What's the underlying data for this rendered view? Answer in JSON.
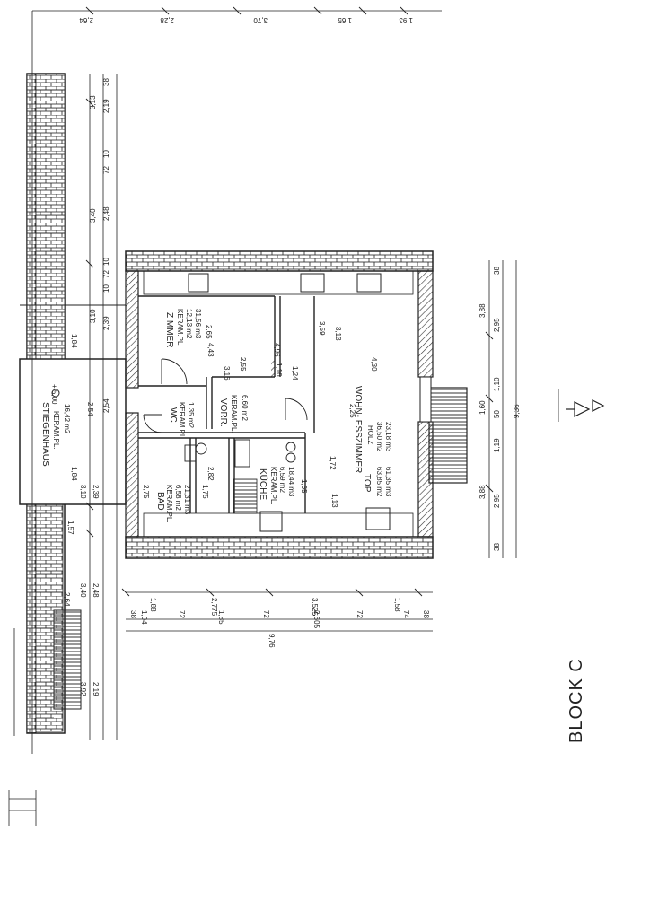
{
  "page": {
    "block_label": "BLOCK C"
  },
  "rooms": {
    "zimmer": {
      "name": "ZIMMER",
      "floor": "KERAM.PL.",
      "area": "12,13 m2",
      "volume": "31,56 m3"
    },
    "wc": {
      "name": "WC",
      "floor": "KERAM.PL.",
      "area": "1,35 m2"
    },
    "vorr": {
      "name": "VORR.",
      "floor": "KERAM.PL.",
      "area": "6,60 m2"
    },
    "wohn": {
      "name": "WOHN- ESSZIMMER",
      "floor": "HOLZ",
      "area": "36,50 m2",
      "volume": "23,18 m3"
    },
    "top": {
      "name": "TOP",
      "area": "63,85 m2",
      "volume": "61,35 m3"
    },
    "bad": {
      "name": "BAD",
      "floor": "KERAM.PL.",
      "area": "6,58 m2",
      "volume": "21,31 m3"
    },
    "kueche": {
      "name": "KÜCHE",
      "floor": "KERAM.PL.",
      "area": "6,59 m2",
      "volume": "18,44 m3"
    },
    "stiegenhaus": {
      "name": "STIEGENHAUS",
      "floor": "KERAM.PL.",
      "area": "16,42 m2",
      "level": "+ 5,00"
    }
  },
  "dimensions": {
    "top_chain": [
      "2,64",
      "2,28",
      "3,70",
      "1,65",
      "1,93"
    ],
    "left_outer": [
      "3,13",
      "3,40",
      "3,10"
    ],
    "left_mid": [
      "2,19",
      "2,48",
      "2,39",
      "2,54"
    ],
    "left_small": [
      "38",
      "10",
      "72",
      "10",
      "72",
      "10"
    ],
    "stair_left": [
      "1,84",
      "1,84",
      "1,57",
      "2,64"
    ],
    "stair_mid": [
      "2,54",
      "3,10",
      "2,39",
      "2,48",
      "3,40",
      "2,19",
      "3,92"
    ],
    "bottom_chain": [
      "1,88",
      "2,775",
      "3,525",
      "1,58"
    ],
    "bottom_sub": [
      "38",
      "1,04",
      "72",
      "1,85",
      "72",
      "2,605",
      "72",
      "74",
      "38"
    ],
    "bottom_total": "9,76",
    "right_chain": [
      "3,88",
      "1,60",
      "3,88"
    ],
    "right_sub": [
      "2,95",
      "1,10",
      "50",
      "1,19",
      "2,95",
      "38",
      "38"
    ],
    "right_total": "9,36",
    "interior": [
      "4,43",
      "4,96",
      "3,16",
      "4,30",
      "3,59",
      "3,13",
      "2,55",
      "1,24",
      "1,72",
      "1,13",
      "1,16",
      "2,25",
      "2,75",
      "1,75",
      "1,65",
      "2,65",
      "2,82"
    ]
  }
}
